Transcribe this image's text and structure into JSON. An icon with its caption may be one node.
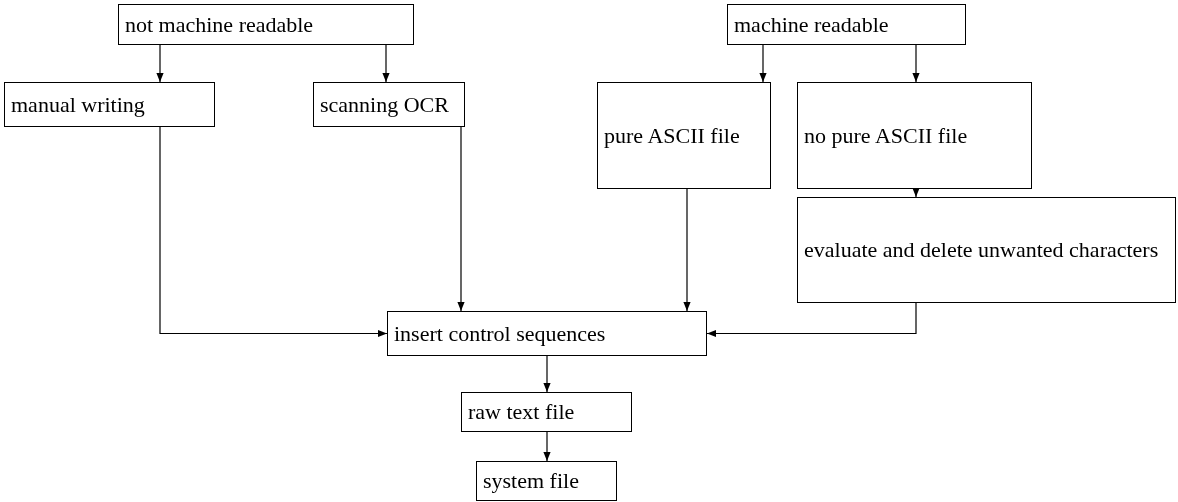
{
  "diagram": {
    "nodes": [
      {
        "text": [
          "not machine readable"
        ]
      },
      {
        "text": [
          "machine readable"
        ]
      },
      {
        "text": [
          "manual writing"
        ]
      },
      {
        "text": [
          "scanning OCR"
        ]
      },
      {
        "text": [
          "pure ASCII file"
        ]
      },
      {
        "text": [
          "no pure ASCII file"
        ]
      },
      {
        "text": [
          "evaluate and delete unwanted characters"
        ]
      },
      {
        "text": [
          "insert control sequences"
        ]
      },
      {
        "text": [
          "raw text file"
        ]
      },
      {
        "text": [
          "system file"
        ]
      }
    ],
    "edges": [
      {
        "from": 0,
        "to": 2,
        "arrow": "to"
      },
      {
        "from": 0,
        "to": 3,
        "arrow": "to"
      },
      {
        "from": 1,
        "to": 4,
        "arrow": "to"
      },
      {
        "from": 1,
        "to": 5,
        "arrow": "to"
      },
      {
        "from": 5,
        "to": 6,
        "arrow": "to"
      },
      {
        "from": 2,
        "to": 7,
        "arrow": "to"
      },
      {
        "from": 3,
        "to": 7,
        "arrow": "to"
      },
      {
        "from": 4,
        "to": 7,
        "arrow": "to"
      },
      {
        "from": 6,
        "to": 7,
        "arrow": "to"
      },
      {
        "from": 7,
        "to": 8,
        "arrow": "to"
      },
      {
        "from": 8,
        "to": 9,
        "arrow": "to"
      }
    ]
  }
}
